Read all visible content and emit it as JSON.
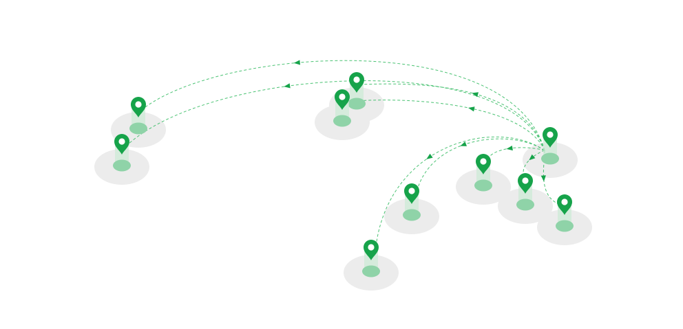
{
  "diagram": {
    "type": "network-map",
    "hub": "hub",
    "colors": {
      "background": "#ffffff",
      "ground_shadow": "#ececec",
      "pin": "#16a34a",
      "pin_base": "#8fd3a8",
      "pin_beam": "#cdebd7",
      "connector": "#3fbf6a"
    },
    "icons": [
      "map-pin-icon",
      "arrow-head-icon"
    ],
    "nodes": [
      {
        "id": "hub"
      },
      {
        "id": "far-west-top"
      },
      {
        "id": "far-west-bottom"
      },
      {
        "id": "north-center-top"
      },
      {
        "id": "north-center-bottom"
      },
      {
        "id": "east-near"
      },
      {
        "id": "east-mid"
      },
      {
        "id": "east-far"
      },
      {
        "id": "south-center"
      },
      {
        "id": "south"
      }
    ],
    "edges": [
      {
        "from": "hub",
        "to": "far-west-top"
      },
      {
        "from": "hub",
        "to": "far-west-bottom"
      },
      {
        "from": "hub",
        "to": "north-center-top"
      },
      {
        "from": "hub",
        "to": "north-center-bottom"
      },
      {
        "from": "hub",
        "to": "east-near"
      },
      {
        "from": "hub",
        "to": "east-mid"
      },
      {
        "from": "hub",
        "to": "east-far"
      },
      {
        "from": "hub",
        "to": "south-center"
      },
      {
        "from": "hub",
        "to": "south"
      }
    ]
  }
}
